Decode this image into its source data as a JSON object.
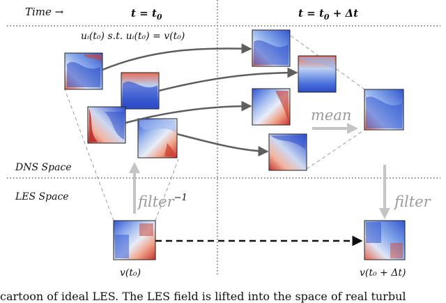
{
  "header": {
    "time_label": "Time →",
    "t0_label": "t = t",
    "t0_sub": "0",
    "t1_label": "t = t",
    "t1_sub": "0",
    "t1_suffix": " + Δt"
  },
  "annotation": {
    "constraint": "uᵢ(t₀)  s.t.  uᵢ(t₀) = v(t₀)"
  },
  "spaces": {
    "dns": "DNS Space",
    "les": "LES Space"
  },
  "operations": {
    "mean": "mean",
    "filter": "filter",
    "filter_inverse": "filter",
    "inverse_exp": "−1"
  },
  "les_labels": {
    "start": "v(t₀)",
    "end": "v(t₀ + Δt)"
  },
  "caption": "cartoon of ideal LES. The LES field is lifted into the space of real turbul"
}
